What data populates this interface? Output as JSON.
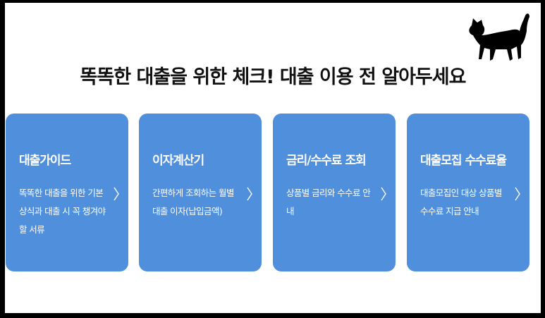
{
  "heading": "똑똑한 대출을 위한 체크! 대출 이용 전 알아두세요",
  "colors": {
    "card_background": "#4f8fdb",
    "card_text": "#ffffff",
    "heading_text": "#111111",
    "page_background": "#ffffff",
    "outer_border": "#000000"
  },
  "icons": {
    "corner": "cat-silhouette-icon",
    "card_arrow": "chevron-right-icon"
  },
  "cards": [
    {
      "title": "대출가이드",
      "description": "똑똑한 대출을 위한 기본 상식과 대출 시 꼭 챙겨야 할 서류"
    },
    {
      "title": "이자계산기",
      "description": "간편하게 조회하는 월별 대출 이자(납입금액)"
    },
    {
      "title": "금리/수수료 조회",
      "description": "상품별 금리와 수수료 안내"
    },
    {
      "title": "대출모집 수수료율",
      "description": "대출모집인 대상 상품별 수수료 지급 안내"
    }
  ]
}
